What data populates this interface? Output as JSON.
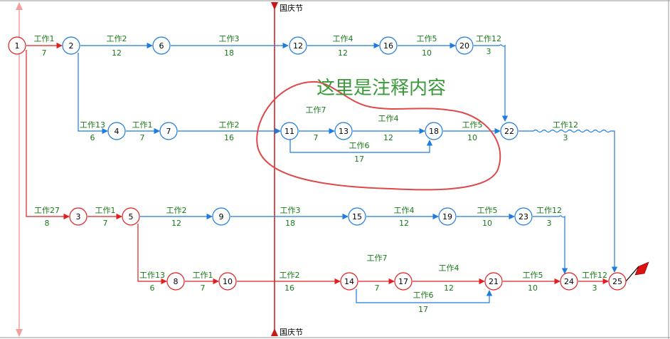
{
  "diagram": {
    "annotation": "这里是注释内容",
    "holiday_label": "国庆节",
    "colors": {
      "blue": "#1e7be0",
      "red": "#e02020",
      "green_text": "#1a7a1a",
      "ellipse": "#e04848",
      "axis": "#f0a0a0"
    },
    "nodes": [
      "1",
      "2",
      "6",
      "12",
      "16",
      "20",
      "4",
      "7",
      "11",
      "13",
      "18",
      "22",
      "3",
      "5",
      "9",
      "15",
      "19",
      "23",
      "8",
      "10",
      "14",
      "17",
      "21",
      "24",
      "25"
    ],
    "activities": [
      {
        "name": "工作1",
        "duration": "7"
      },
      {
        "name": "工作2",
        "duration": "12"
      },
      {
        "name": "工作3",
        "duration": "18"
      },
      {
        "name": "工作4",
        "duration": "12"
      },
      {
        "name": "工作5",
        "duration": "10"
      },
      {
        "name": "工作12",
        "duration": "3"
      },
      {
        "name": "工作13",
        "duration": "6"
      },
      {
        "name": "工作1",
        "duration": "7"
      },
      {
        "name": "工作2",
        "duration": "16"
      },
      {
        "name": "工作7",
        "duration": "7"
      },
      {
        "name": "工作4",
        "duration": "12"
      },
      {
        "name": "工作6",
        "duration": "17"
      },
      {
        "name": "工作5",
        "duration": "10"
      },
      {
        "name": "工作12",
        "duration": "3"
      },
      {
        "name": "工作27",
        "duration": "8"
      },
      {
        "name": "工作1",
        "duration": "7"
      },
      {
        "name": "工作2",
        "duration": "12"
      },
      {
        "name": "工作3",
        "duration": "18"
      },
      {
        "name": "工作4",
        "duration": "12"
      },
      {
        "name": "工作5",
        "duration": "10"
      },
      {
        "name": "工作12",
        "duration": "3"
      },
      {
        "name": "工作13",
        "duration": "6"
      },
      {
        "name": "工作1",
        "duration": "7"
      },
      {
        "name": "工作2",
        "duration": "16"
      },
      {
        "name": "工作7",
        "duration": "7"
      },
      {
        "name": "工作4",
        "duration": "12"
      },
      {
        "name": "工作6",
        "duration": "17"
      },
      {
        "name": "工作5",
        "duration": "10"
      },
      {
        "name": "工作12",
        "duration": "3"
      }
    ]
  }
}
